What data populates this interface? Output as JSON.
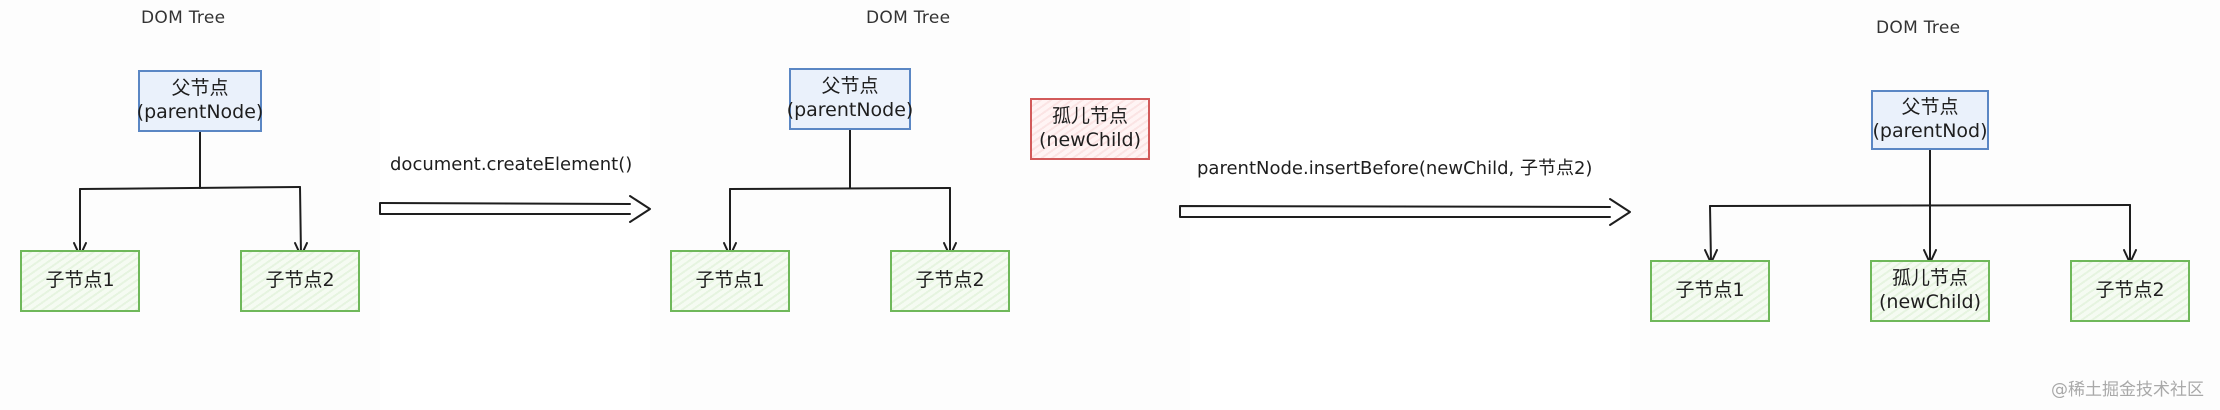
{
  "tree1": {
    "title": "DOM Tree",
    "parent": {
      "line1": "父节点",
      "line2": "(parentNode)"
    },
    "children": [
      "子节点1",
      "子节点2"
    ]
  },
  "step1": {
    "label": "document.createElement()"
  },
  "tree2": {
    "title": "DOM Tree",
    "parent": {
      "line1": "父节点",
      "line2": "(parentNode)"
    },
    "children": [
      "子节点1",
      "子节点2"
    ],
    "orphan": {
      "line1": "孤儿节点",
      "line2": "(newChild)"
    }
  },
  "step2": {
    "label": "parentNode.insertBefore(newChild, 子节点2)"
  },
  "tree3": {
    "title": "DOM Tree",
    "parent": {
      "line1": "父节点",
      "line2": "(parentNod)"
    },
    "children": [
      "子节点1",
      "孤儿节点",
      "子节点2"
    ],
    "inserted_sub": "(newChild)"
  },
  "watermark": "@稀土掘金技术社区",
  "colors": {
    "parent_border": "#5b87c4",
    "child_border": "#6fb85a",
    "orphan_border": "#d25a5a",
    "stroke": "#1e1e1e"
  }
}
